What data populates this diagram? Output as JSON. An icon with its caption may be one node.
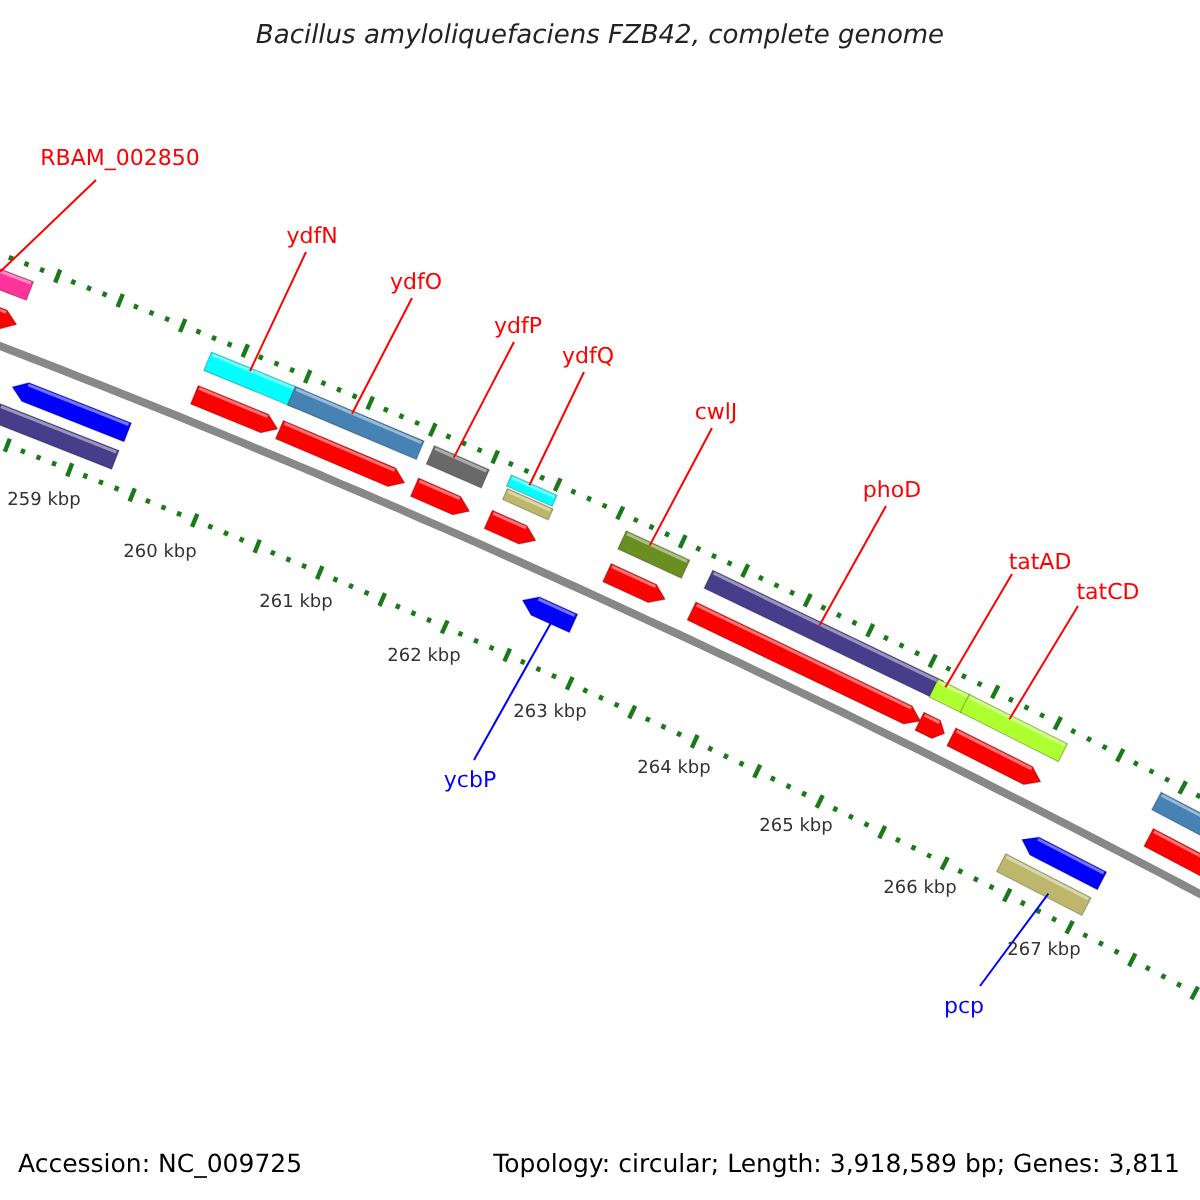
{
  "diagram": {
    "title": "Bacillus amyloliquefaciens FZB42, complete genome",
    "nodes": [
      {
        "text": [
          "RBAM_002850"
        ]
      },
      {
        "text": [
          "ydfN"
        ]
      },
      {
        "text": [
          "ydfO"
        ]
      },
      {
        "text": [
          "ydfP"
        ]
      },
      {
        "text": [
          "ydfQ"
        ]
      },
      {
        "text": [
          "cwlJ"
        ]
      },
      {
        "text": [
          "phoD"
        ]
      },
      {
        "text": [
          "tatAD"
        ]
      },
      {
        "text": [
          "tatCD"
        ]
      },
      {
        "text": [
          "ycbP"
        ]
      },
      {
        "text": [
          "pcp"
        ]
      },
      {
        "text": [],
        "shape": "bar"
      },
      {
        "text": [],
        "shape": "bar"
      },
      {
        "text": [],
        "shape": "bar"
      },
      {
        "text": [],
        "shape": "bar"
      },
      {
        "text": [],
        "shape": "bar"
      },
      {
        "text": [],
        "shape": "bar"
      },
      {
        "text": [],
        "shape": "bar"
      },
      {
        "text": [],
        "shape": "bar"
      },
      {
        "text": [],
        "shape": "bar"
      },
      {
        "text": [],
        "shape": "bar"
      },
      {
        "text": [],
        "shape": "bar"
      }
    ],
    "edges": [
      {
        "from": 0,
        "to": 11,
        "arrow": "none"
      },
      {
        "from": 1,
        "to": 12,
        "arrow": "none"
      },
      {
        "from": 2,
        "to": 13,
        "arrow": "none"
      },
      {
        "from": 3,
        "to": 14,
        "arrow": "none"
      },
      {
        "from": 4,
        "to": 15,
        "arrow": "none"
      },
      {
        "from": 5,
        "to": 16,
        "arrow": "none"
      },
      {
        "from": 6,
        "to": 17,
        "arrow": "none"
      },
      {
        "from": 7,
        "to": 18,
        "arrow": "none"
      },
      {
        "from": 8,
        "to": 19,
        "arrow": "none"
      },
      {
        "from": 9,
        "to": 20,
        "arrow": "none",
        "color": "#0000ff"
      },
      {
        "from": 10,
        "to": 21,
        "arrow": "none",
        "color": "#0000ff"
      }
    ],
    "labels": [
      "259 kbp",
      "260 kbp",
      "261 kbp",
      "262 kbp",
      "263 kbp",
      "264 kbp",
      "265 kbp",
      "266 kbp",
      "267 kbp",
      "Accession: NC_009725",
      "Topology: circular; Length: 3,918,589 bp; Genes: 3,811"
    ]
  }
}
